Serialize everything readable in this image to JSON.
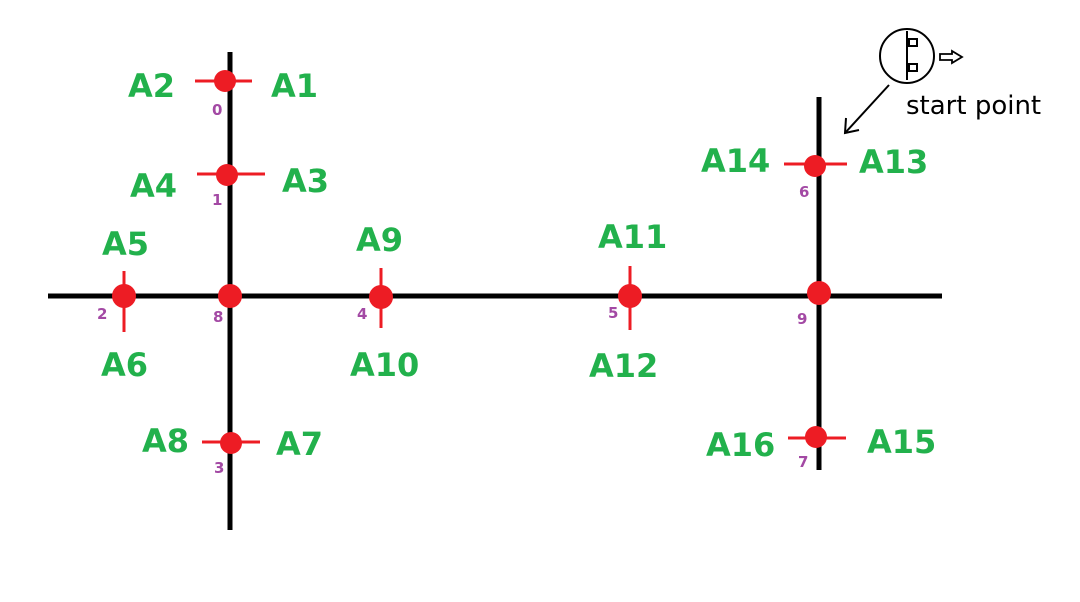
{
  "colors": {
    "road": "#000000",
    "node": "#ed1c24",
    "tick": "#ed1c24",
    "area_label": "#22b14c",
    "node_number": "#a349a4",
    "robot": "#000000"
  },
  "start_point": {
    "label": "start point"
  },
  "nodes": [
    {
      "number": "0"
    },
    {
      "number": "1"
    },
    {
      "number": "2"
    },
    {
      "number": "3"
    },
    {
      "number": "4"
    },
    {
      "number": "5"
    },
    {
      "number": "6"
    },
    {
      "number": "7"
    },
    {
      "number": "8"
    },
    {
      "number": "9"
    }
  ],
  "area_labels": [
    "A1",
    "A2",
    "A3",
    "A4",
    "A5",
    "A6",
    "A7",
    "A8",
    "A9",
    "A10",
    "A11",
    "A12",
    "A13",
    "A14",
    "A15",
    "A16"
  ]
}
